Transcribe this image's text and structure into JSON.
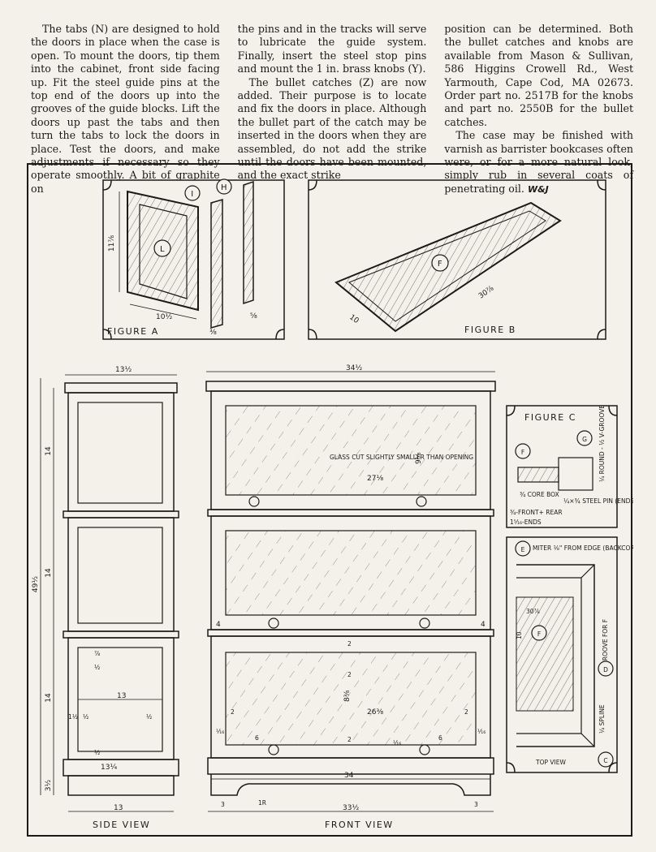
{
  "article": {
    "col1_p1": "The tabs (N) are designed to hold the doors in place when the case is open. To mount the doors, tip them into the cabinet, front side facing up. Fit the steel guide pins at the top end of the doors up into the grooves of the guide blocks. Lift the doors up past the tabs and then turn the tabs to lock the doors in place. Test the doors, and make adjustments if necessary so they operate smoothly. A bit of graphite on",
    "col2_p1": "the pins and in the tracks will serve to lubricate the guide system. Finally, insert the steel stop pins and mount the 1 in. brass knobs (Y).",
    "col2_p2": "The bullet catches (Z) are now added. Their purpose is to locate and fix the doors in place. Although the bullet part of the catch may be inserted in the doors when they are assembled, do not add the strike until the doors have been mounted, and the exact strike",
    "col3_p1": "position can be determined. Both the bullet catches and knobs are available from Mason & Sullivan, 586 Higgins Crowell Rd., West Yarmouth, Cape Cod, MA 02673. Order part no. 2517B for the knobs and part no. 2550B for the bullet catches.",
    "col3_p2": "The case may be finished with varnish as barrister bookcases often were, or for a more natural look, simply rub in several coats of penetrating oil.",
    "signature": "W&J"
  },
  "figure_a": {
    "title": "FIGURE A",
    "callout_L": "L",
    "callout_I": "I",
    "callout_H": "H",
    "dim_height": "11⅞",
    "dim_width": "10½",
    "dim_rail": "⅝",
    "dim_thick": "⅜"
  },
  "figure_b": {
    "title": "FIGURE B",
    "callout_F": "F",
    "dim_length": "30⅞",
    "dim_width": "10"
  },
  "figure_c": {
    "title": "FIGURE C",
    "callout_F": "F",
    "callout_G": "G",
    "callout_E": "E",
    "callout_F2": "F",
    "callout_D": "D",
    "callout_C": "C",
    "groove_label": "¼ ROUND - ½ V-GROOVE",
    "core_box": "¾ CORE BOX",
    "steel_pin": "¼×¾ STEEL PIN (ENDS ONLY)",
    "front_rear": "¾-FRONT+ REAR",
    "ends": "1⁵⁄₁₆-ENDS",
    "miter": "MITER ⅛\" FROM EDGE (BACKCORNER)",
    "dim_30": "30⅞",
    "dim_10": "10",
    "groove_for_f": "GROOVE FOR F",
    "spline": "¼ SPLINE",
    "top_view": "TOP VIEW"
  },
  "side_view": {
    "title": "SIDE VIEW",
    "dim_top": "13½",
    "dim_overall": "49½",
    "dim_14a": "14",
    "dim_14b": "14",
    "dim_14c": "14",
    "dim_base": "3½",
    "dim_13": "13",
    "dim_13q": "13¼",
    "dim_13bottom": "13",
    "dim_half_a": "½",
    "dim_half_b": "½",
    "dim_half_c": "½",
    "dim_half_d": "½",
    "dim_1half": "1½",
    "dim_7_8": "⅞"
  },
  "front_view": {
    "title": "FRONT VIEW",
    "dim_top": "34½",
    "glass_note": "GLASS CUT SLIGHTLY SMALLER THAN OPENING",
    "dim_glass_w": "27⅛",
    "dim_glass_h": "9⅛",
    "dim_4a": "4",
    "dim_4b": "4",
    "dim_2a": "2",
    "dim_2b": "2",
    "dim_2c": "2",
    "dim_2d": "2",
    "dim_2e": "2",
    "dim_8": "8⅜",
    "dim_26": "26⅜",
    "dim_6a": "6",
    "dim_6b": "6",
    "dim_34": "34",
    "dim_33": "33½",
    "dim_3a": "3",
    "dim_3b": "3",
    "dim_1r": "1R",
    "dim_1_16a": "¹⁄₁₆",
    "dim_1_16b": "¹⁄₁₆",
    "dim_2_16": "¹⁄₁₆"
  }
}
